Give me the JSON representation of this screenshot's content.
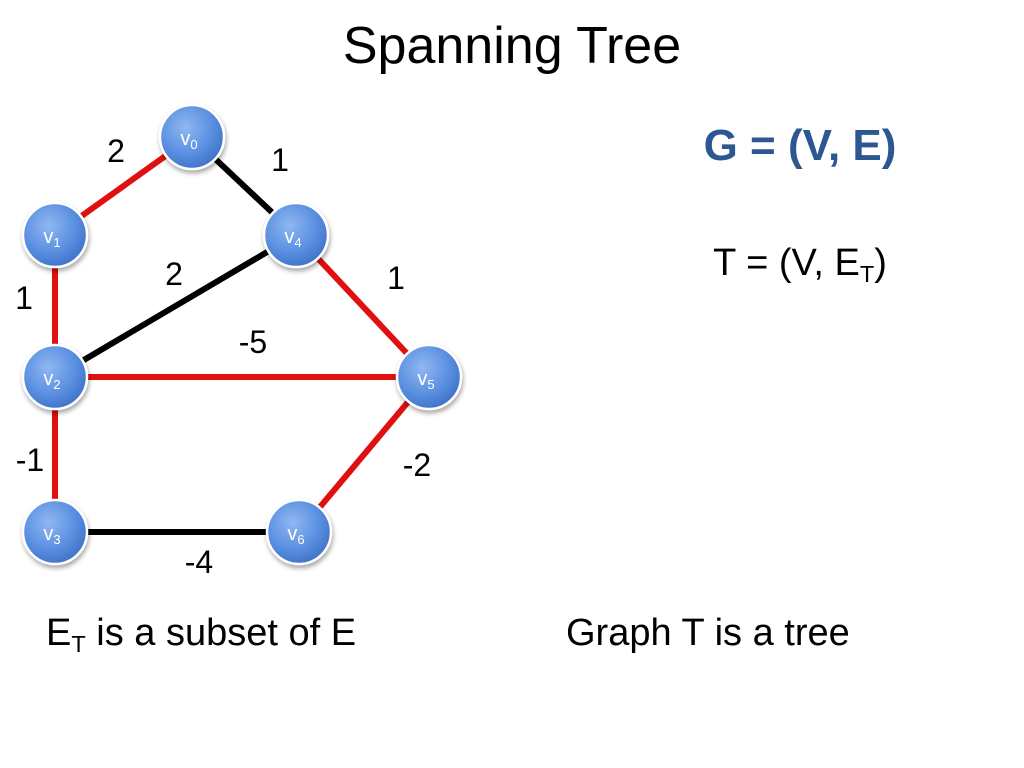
{
  "title": "Spanning Tree",
  "graph_def": {
    "symbol": "G = (V, E)"
  },
  "tree_def": {
    "prefix": "T = (V, E",
    "sub": "T",
    "suffix": ")"
  },
  "caption_left": {
    "main": "E",
    "sub": "T",
    "rest": " is a subset of E"
  },
  "caption_right": "Graph T is a tree",
  "colors": {
    "tree_edge": "#e01010",
    "non_tree_edge": "#000000",
    "node_fill": "#5a8fe0",
    "heading_accent": "#2c5790"
  },
  "nodes": [
    {
      "id": "v0",
      "base": "v",
      "index": "0"
    },
    {
      "id": "v1",
      "base": "v",
      "index": "1"
    },
    {
      "id": "v2",
      "base": "v",
      "index": "2"
    },
    {
      "id": "v3",
      "base": "v",
      "index": "3"
    },
    {
      "id": "v4",
      "base": "v",
      "index": "4"
    },
    {
      "id": "v5",
      "base": "v",
      "index": "5"
    },
    {
      "id": "v6",
      "base": "v",
      "index": "6"
    }
  ],
  "edges": [
    {
      "from": "v0",
      "to": "v1",
      "weight": "2",
      "in_tree": true
    },
    {
      "from": "v0",
      "to": "v4",
      "weight": "1",
      "in_tree": false
    },
    {
      "from": "v1",
      "to": "v2",
      "weight": "1",
      "in_tree": true
    },
    {
      "from": "v4",
      "to": "v2",
      "weight": "2",
      "in_tree": false
    },
    {
      "from": "v4",
      "to": "v5",
      "weight": "1",
      "in_tree": true
    },
    {
      "from": "v2",
      "to": "v5",
      "weight": "-5",
      "in_tree": true
    },
    {
      "from": "v2",
      "to": "v3",
      "weight": "-1",
      "in_tree": true
    },
    {
      "from": "v5",
      "to": "v6",
      "weight": "-2",
      "in_tree": true
    },
    {
      "from": "v3",
      "to": "v6",
      "weight": "-4",
      "in_tree": false
    }
  ]
}
